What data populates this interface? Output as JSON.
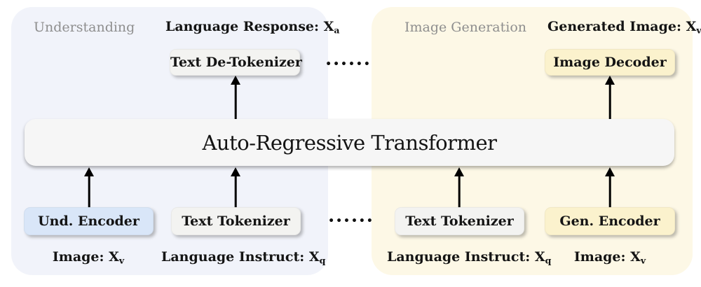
{
  "colors": {
    "understanding-panel-bg": "#F1F3FA",
    "generation-panel-bg": "#FDF8E6",
    "transformer-box-bg": "#F6F6F6",
    "neutral-box-bg": "#F3F3F1",
    "und-encoder-bg": "#D9E6F8",
    "gen-box-bg": "#FBF2CD",
    "panel-title-color": "#8E8E8E",
    "text-color": "#141414",
    "arrow-color": "#000000"
  },
  "transformer": {
    "label": "Auto-Regressive Transformer"
  },
  "separator_dots": "••••••",
  "understanding": {
    "title": "Understanding",
    "output_label": {
      "text": "Language Response: X",
      "sub": "a"
    },
    "detokenizer": "Text De-Tokenizer",
    "encoder": "Und. Encoder",
    "tokenizer": "Text Tokenizer",
    "image_input": {
      "text": "Image: X",
      "sub": "v"
    },
    "instruct_input": {
      "text": "Language Instruct: X",
      "sub": "q"
    }
  },
  "generation": {
    "title": "Image Generation",
    "output_label": {
      "text": "Generated Image: X",
      "sub": "v"
    },
    "decoder": "Image Decoder",
    "tokenizer": "Text Tokenizer",
    "encoder": "Gen. Encoder",
    "instruct_input": {
      "text": "Language Instruct: X",
      "sub": "q"
    },
    "image_input": {
      "text": "Image: X",
      "sub": "v"
    }
  }
}
